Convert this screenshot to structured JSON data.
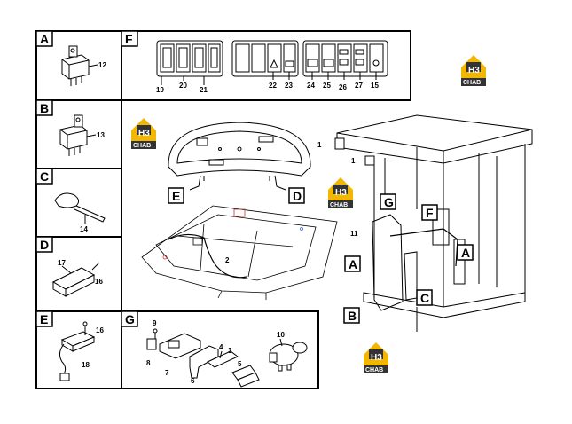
{
  "panels": {
    "A": {
      "letter": "A",
      "part": "12"
    },
    "B": {
      "letter": "B",
      "part": "13"
    },
    "C": {
      "letter": "C",
      "part": "14"
    },
    "D": {
      "letter": "D",
      "parts": [
        "17",
        "16"
      ]
    },
    "E": {
      "letter": "E",
      "parts": [
        "16",
        "18"
      ]
    },
    "F": {
      "letter": "F",
      "parts": [
        "19",
        "20",
        "21",
        "22",
        "23",
        "24",
        "25",
        "26",
        "27",
        "15"
      ]
    },
    "G": {
      "letter": "G",
      "parts": [
        "9",
        "8",
        "7",
        "6",
        "4",
        "3",
        "5",
        "10"
      ]
    }
  },
  "callouts": {
    "cab_letters": [
      "G",
      "F",
      "A",
      "A",
      "C",
      "B"
    ],
    "dash_letters": [
      "E",
      "D"
    ],
    "cab_numbers": [
      "1",
      "1",
      "11"
    ],
    "floor_number": "2"
  },
  "logo": {
    "top": "H3",
    "bottom": "CHAB"
  }
}
